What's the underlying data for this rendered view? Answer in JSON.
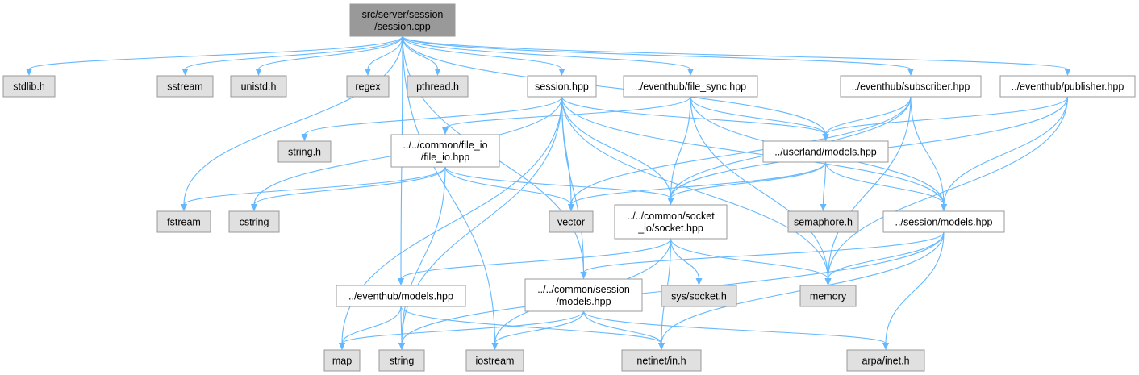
{
  "colors": {
    "root_fill": "#999999",
    "local_fill": "#ffffff",
    "system_fill": "#e0e0e0",
    "border": "#999999",
    "edge": "#63b8ff"
  },
  "nodes": [
    {
      "id": "root",
      "lines": [
        "src/server/session",
        "/session.cpp"
      ],
      "kind": "root"
    },
    {
      "id": "stdlib",
      "lines": [
        "stdlib.h"
      ],
      "kind": "system"
    },
    {
      "id": "sstream",
      "lines": [
        "sstream"
      ],
      "kind": "system"
    },
    {
      "id": "unistd",
      "lines": [
        "unistd.h"
      ],
      "kind": "system"
    },
    {
      "id": "regex",
      "lines": [
        "regex"
      ],
      "kind": "system"
    },
    {
      "id": "pthread",
      "lines": [
        "pthread.h"
      ],
      "kind": "system"
    },
    {
      "id": "session_hpp",
      "lines": [
        "session.hpp"
      ],
      "kind": "local"
    },
    {
      "id": "file_sync",
      "lines": [
        "../eventhub/file_sync.hpp"
      ],
      "kind": "local"
    },
    {
      "id": "subscriber",
      "lines": [
        "../eventhub/subscriber.hpp"
      ],
      "kind": "local"
    },
    {
      "id": "publisher",
      "lines": [
        "../eventhub/publisher.hpp"
      ],
      "kind": "local"
    },
    {
      "id": "string_h",
      "lines": [
        "string.h"
      ],
      "kind": "system"
    },
    {
      "id": "file_io",
      "lines": [
        "../../common/file_io",
        "/file_io.hpp"
      ],
      "kind": "local"
    },
    {
      "id": "userland_models",
      "lines": [
        "../userland/models.hpp"
      ],
      "kind": "local"
    },
    {
      "id": "fstream",
      "lines": [
        "fstream"
      ],
      "kind": "system"
    },
    {
      "id": "cstring",
      "lines": [
        "cstring"
      ],
      "kind": "system"
    },
    {
      "id": "vector",
      "lines": [
        "vector"
      ],
      "kind": "system"
    },
    {
      "id": "socket",
      "lines": [
        "../../common/socket",
        "_io/socket.hpp"
      ],
      "kind": "local"
    },
    {
      "id": "semaphore",
      "lines": [
        "semaphore.h"
      ],
      "kind": "system"
    },
    {
      "id": "session_models",
      "lines": [
        "../session/models.hpp"
      ],
      "kind": "local"
    },
    {
      "id": "eventhub_models",
      "lines": [
        "../eventhub/models.hpp"
      ],
      "kind": "local"
    },
    {
      "id": "common_session_models",
      "lines": [
        "../../common/session",
        "/models.hpp"
      ],
      "kind": "local"
    },
    {
      "id": "sys_socket",
      "lines": [
        "sys/socket.h"
      ],
      "kind": "system"
    },
    {
      "id": "memory",
      "lines": [
        "memory"
      ],
      "kind": "system"
    },
    {
      "id": "map",
      "lines": [
        "map"
      ],
      "kind": "system"
    },
    {
      "id": "string",
      "lines": [
        "string"
      ],
      "kind": "system"
    },
    {
      "id": "iostream",
      "lines": [
        "iostream"
      ],
      "kind": "system"
    },
    {
      "id": "netinet",
      "lines": [
        "netinet/in.h"
      ],
      "kind": "system"
    },
    {
      "id": "arpa",
      "lines": [
        "arpa/inet.h"
      ],
      "kind": "system"
    }
  ],
  "edges": [
    [
      "root",
      "stdlib"
    ],
    [
      "root",
      "sstream"
    ],
    [
      "root",
      "unistd"
    ],
    [
      "root",
      "regex"
    ],
    [
      "root",
      "pthread"
    ],
    [
      "root",
      "session_hpp"
    ],
    [
      "root",
      "file_sync"
    ],
    [
      "root",
      "subscriber"
    ],
    [
      "root",
      "publisher"
    ],
    [
      "root",
      "fstream"
    ],
    [
      "root",
      "userland_models"
    ],
    [
      "root",
      "common_session_models"
    ],
    [
      "root",
      "eventhub_models"
    ],
    [
      "root",
      "iostream"
    ],
    [
      "session_hpp",
      "string_h"
    ],
    [
      "session_hpp",
      "cstring"
    ],
    [
      "session_hpp",
      "vector"
    ],
    [
      "session_hpp",
      "socket"
    ],
    [
      "session_hpp",
      "userland_models"
    ],
    [
      "session_hpp",
      "session_models"
    ],
    [
      "session_hpp",
      "memory"
    ],
    [
      "session_hpp",
      "map"
    ],
    [
      "session_hpp",
      "string"
    ],
    [
      "session_hpp",
      "common_session_models"
    ],
    [
      "file_sync",
      "file_io"
    ],
    [
      "file_sync",
      "userland_models"
    ],
    [
      "file_sync",
      "socket"
    ],
    [
      "file_sync",
      "session_models"
    ],
    [
      "file_sync",
      "memory"
    ],
    [
      "subscriber",
      "userland_models"
    ],
    [
      "subscriber",
      "socket"
    ],
    [
      "subscriber",
      "session_models"
    ],
    [
      "subscriber",
      "memory"
    ],
    [
      "subscriber",
      "vector"
    ],
    [
      "publisher",
      "userland_models"
    ],
    [
      "publisher",
      "session_models"
    ],
    [
      "publisher",
      "memory"
    ],
    [
      "publisher",
      "socket"
    ],
    [
      "file_io",
      "fstream"
    ],
    [
      "file_io",
      "cstring"
    ],
    [
      "file_io",
      "vector"
    ],
    [
      "file_io",
      "socket"
    ],
    [
      "file_io",
      "string"
    ],
    [
      "userland_models",
      "vector"
    ],
    [
      "userland_models",
      "socket"
    ],
    [
      "userland_models",
      "semaphore"
    ],
    [
      "userland_models",
      "session_models"
    ],
    [
      "socket",
      "eventhub_models"
    ],
    [
      "socket",
      "sys_socket"
    ],
    [
      "socket",
      "memory"
    ],
    [
      "socket",
      "iostream"
    ],
    [
      "socket",
      "netinet"
    ],
    [
      "session_models",
      "memory"
    ],
    [
      "session_models",
      "common_session_models"
    ],
    [
      "session_models",
      "string"
    ],
    [
      "session_models",
      "netinet"
    ],
    [
      "session_models",
      "arpa"
    ],
    [
      "eventhub_models",
      "map"
    ],
    [
      "eventhub_models",
      "string"
    ],
    [
      "eventhub_models",
      "netinet"
    ],
    [
      "common_session_models",
      "map"
    ],
    [
      "common_session_models",
      "iostream"
    ],
    [
      "common_session_models",
      "netinet"
    ],
    [
      "common_session_models",
      "arpa"
    ]
  ]
}
